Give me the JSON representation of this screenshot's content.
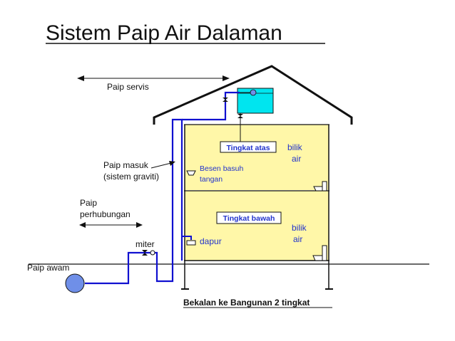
{
  "title": "Sistem Paip Air Dalaman",
  "labels": {
    "paip_servis": "Paip servis",
    "paip_masuk_1": "Paip masuk",
    "paip_masuk_2": "(sistem graviti)",
    "paip_perhubungan_1": "Paip",
    "paip_perhubungan_2": "perhubungan",
    "miter": "miter",
    "paip_awam": "Paip awam",
    "tingkat_atas": "Tingkat atas",
    "tingkat_bawah": "Tingkat bawah",
    "bilik_air_atas_1": "bilik",
    "bilik_air_atas_2": "air",
    "bilik_air_bawah_1": "bilik",
    "bilik_air_bawah_2": "air",
    "besen_1": "Besen basuh",
    "besen_2": "tangan",
    "dapur": "dapur",
    "caption": "Bekalan ke Bangunan 2 tingkat"
  },
  "colors": {
    "pipe": "#1010d0",
    "room_fill": "#fff7a8",
    "tank_fill": "#00e5ef",
    "label_blue": "#2233cc",
    "text": "#111111",
    "meter_fill": "#6f8fe8"
  }
}
